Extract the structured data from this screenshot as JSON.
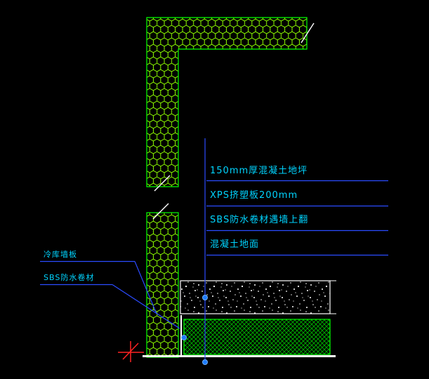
{
  "drawing": {
    "type": "construction-detail-section",
    "right_annotations": [
      {
        "label": "150mm厚混凝土地坪"
      },
      {
        "label": "XPS挤塑板200mm"
      },
      {
        "label": "SBS防水卷材遇墙上翻"
      },
      {
        "label": "混凝土地面"
      }
    ],
    "left_annotations": [
      {
        "label": "冷库墙板"
      },
      {
        "label": "SBS防水卷材"
      }
    ]
  },
  "colors": {
    "background": "#000000",
    "wall_outline_green": "#00ff00",
    "hex_hatch_green": "#8eff00",
    "xps_crosshatch_green": "#00b400",
    "concrete_stipple_white": "#ffffff",
    "annotation_text_cyan": "#00d4ff",
    "leader_line_blue": "#2b4bff",
    "grip_dot_blue": "#1e7bff",
    "marker_red": "#ff2222",
    "structure_line_white": "#ffffff"
  }
}
